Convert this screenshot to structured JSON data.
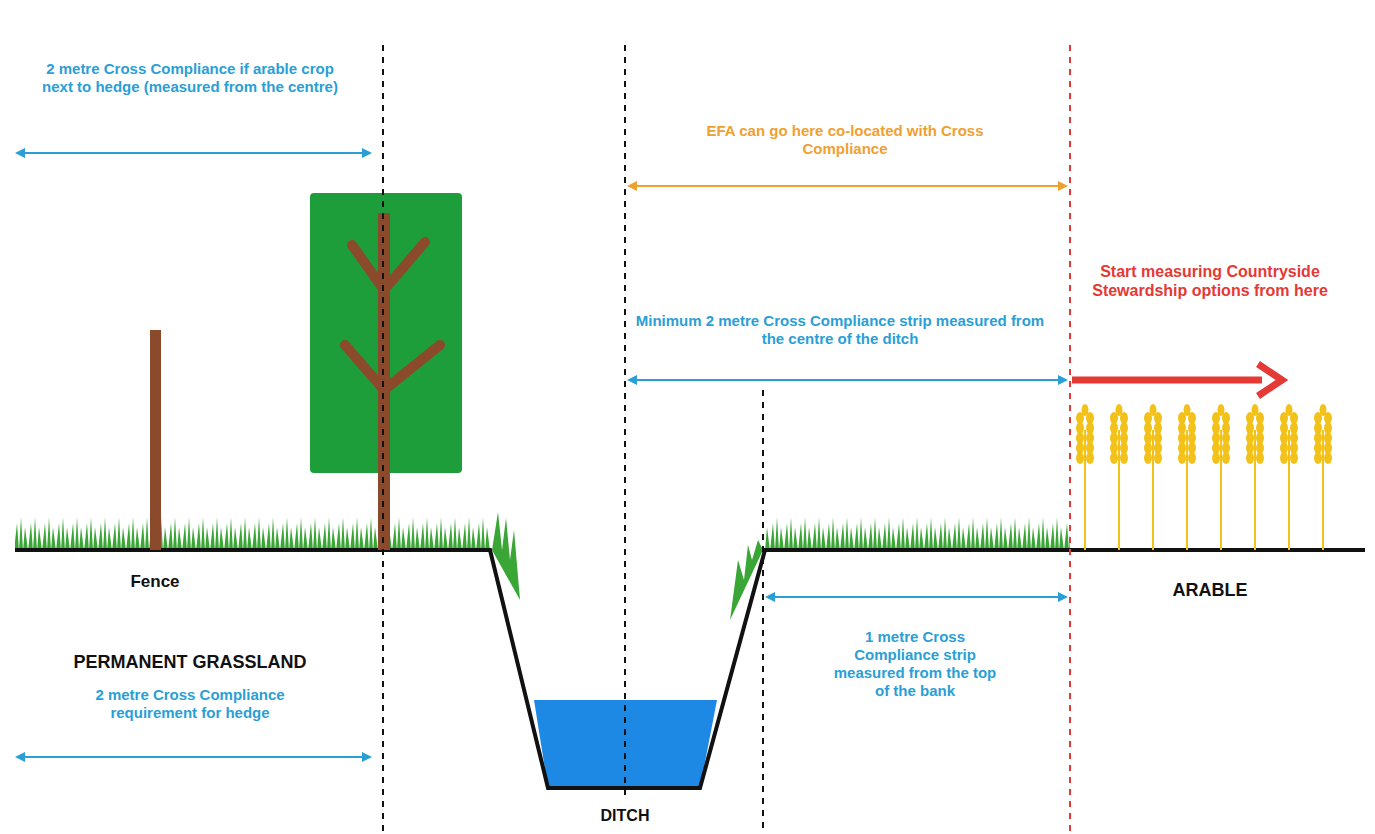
{
  "diagram": {
    "labels": [
      "2 metre Cross Compliance if arable crop next to hedge (measured from the centre)",
      "EFA can go here co-located with Cross Compliance",
      "Start measuring Countryside Stewardship options from here",
      "Minimum 2 metre Cross Compliance strip measured from the centre of the ditch",
      "Fence",
      "ARABLE",
      "PERMANENT GRASSLAND",
      "2 metre Cross Compliance requirement for hedge",
      "1 metre Cross Compliance strip measured from the top of the bank",
      "DITCH"
    ]
  }
}
